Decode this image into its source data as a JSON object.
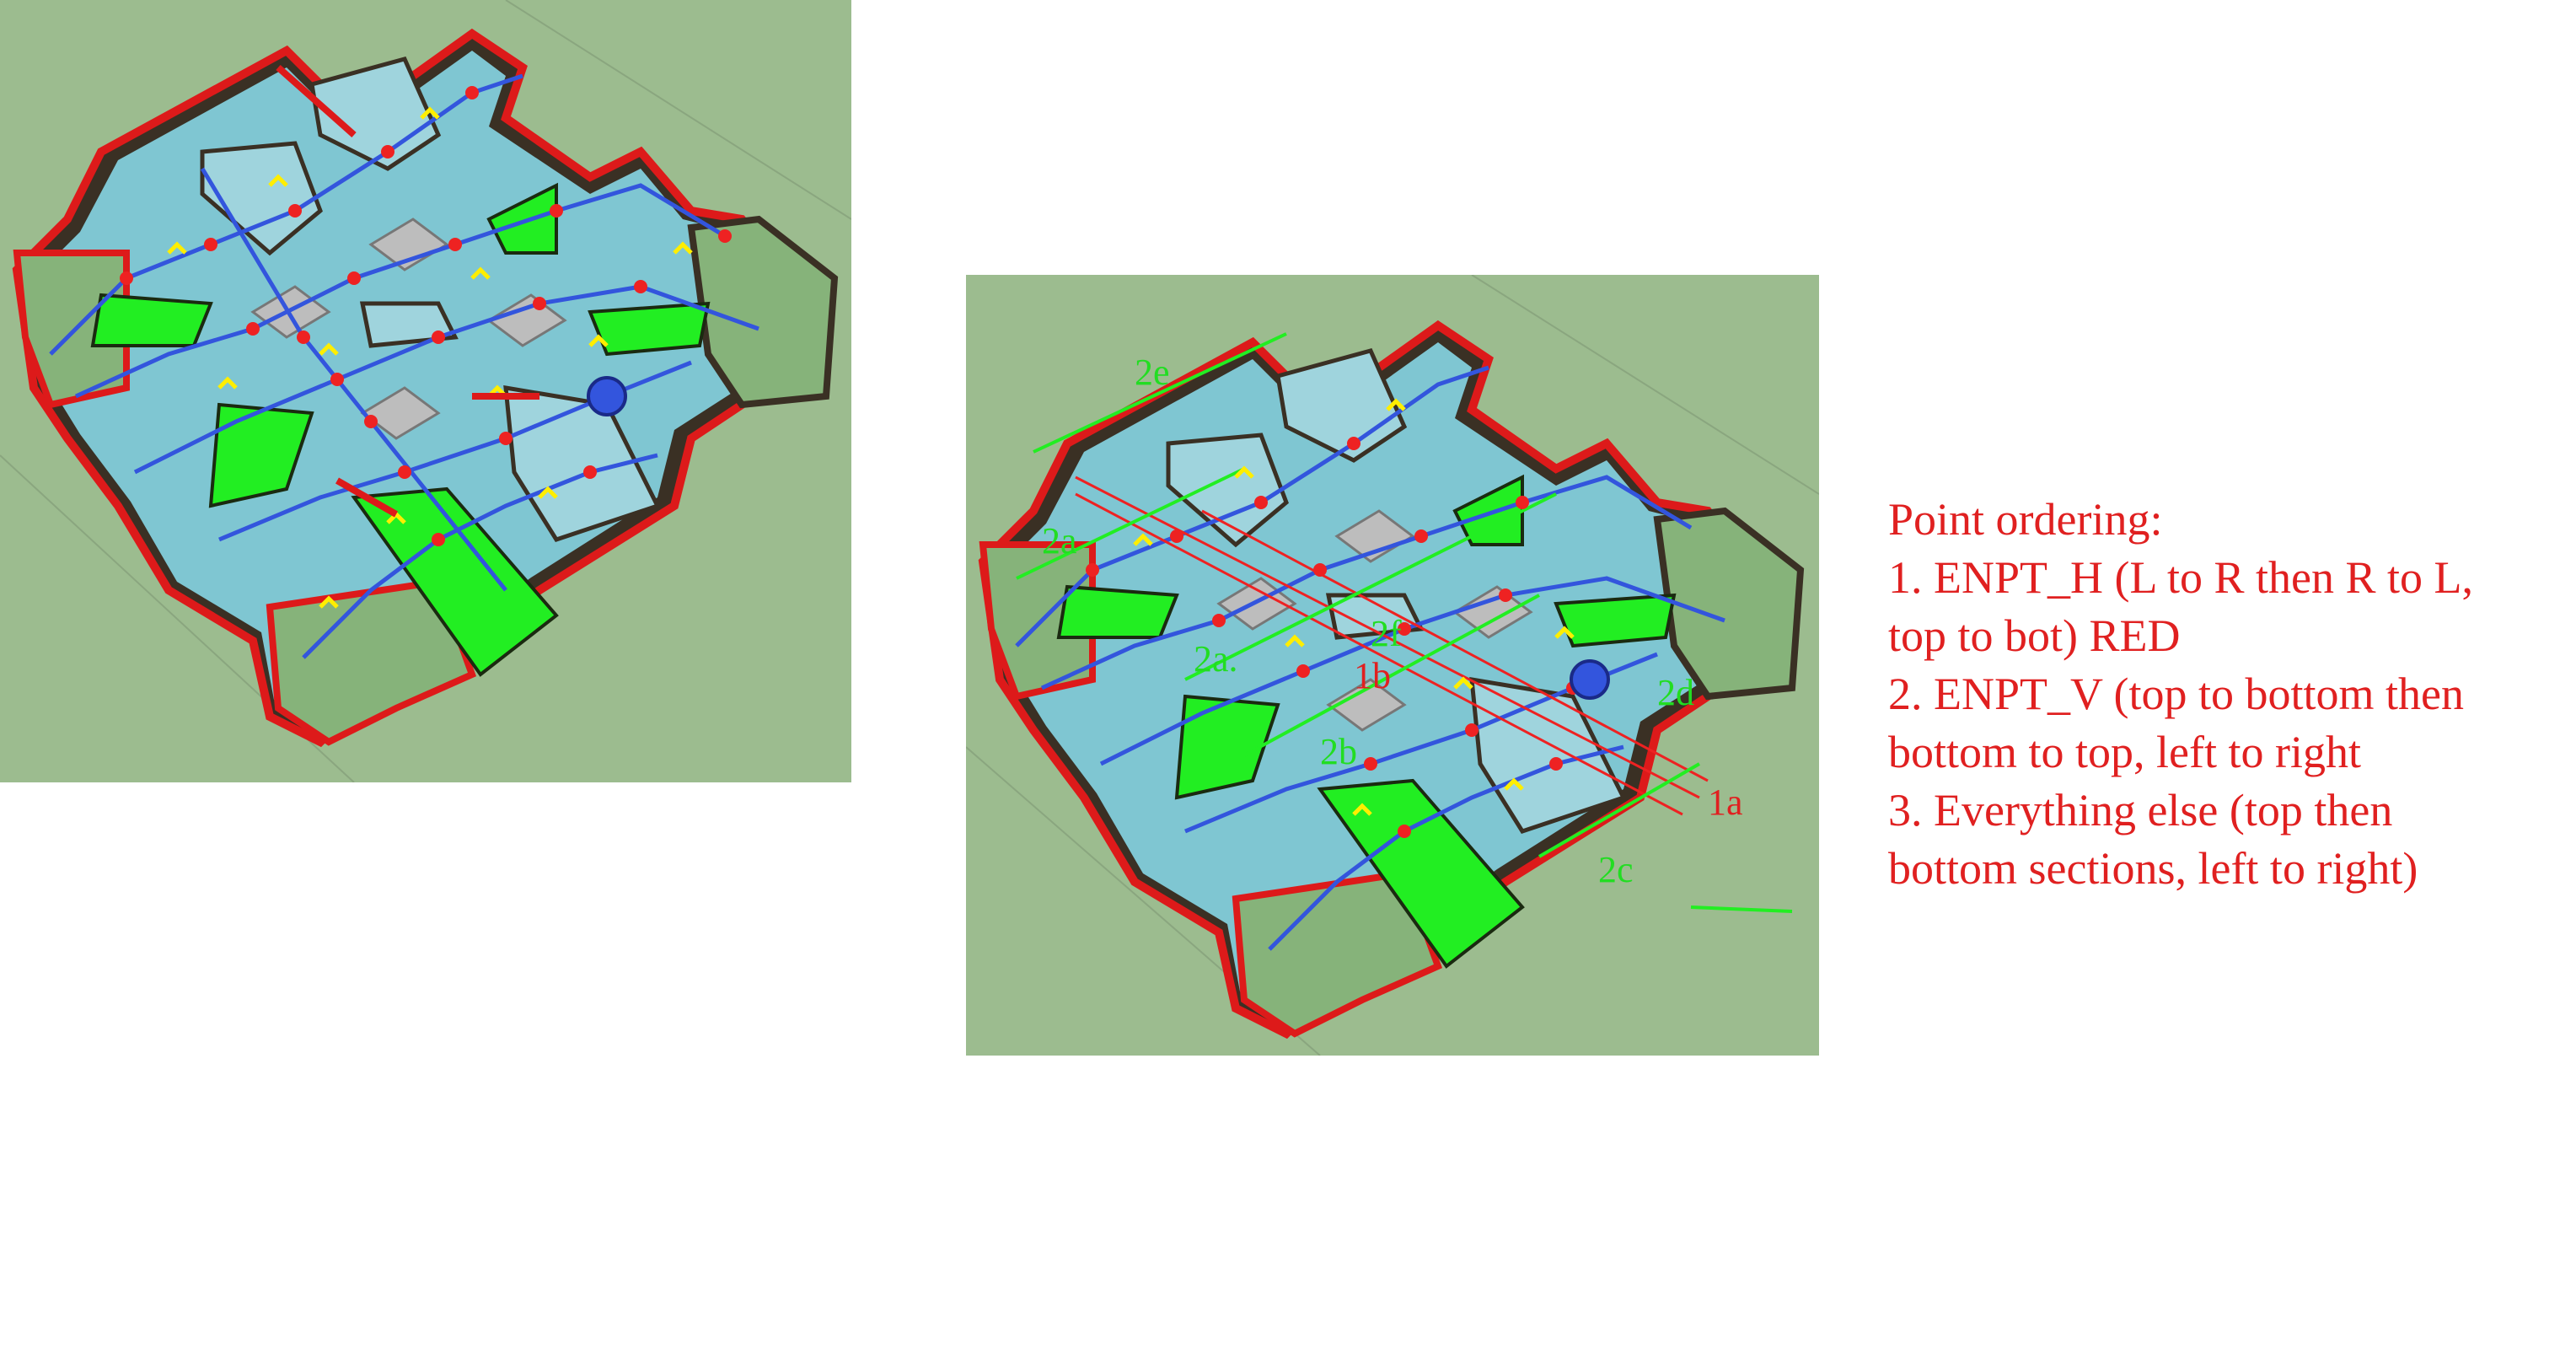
{
  "notes": {
    "heading": "Point ordering:",
    "lines": [
      "1. ENPT_H (L to R then R to L,",
      "top to bot) RED",
      "2. ENPT_V (top to bottom then",
      "bottom to top, left to right",
      "3. Everything else (top then",
      "bottom sections, left to right)"
    ]
  },
  "annotations": {
    "red": [
      "1a",
      "1b"
    ],
    "green": [
      "2a",
      "2a.",
      "2b",
      "2c",
      "2d",
      "2e",
      "2f"
    ]
  },
  "colors": {
    "background": "#9cbc8f",
    "floor": "#7fc6d2",
    "wall_red": "#dd1a1a",
    "wall_dark": "#3a3024",
    "block_green": "#22ee22",
    "path_blue": "#3355dd",
    "marker_red": "#ee2222",
    "arrow_yellow": "#ffee00",
    "square_gray": "#bdbdbd",
    "text_red": "#e02020",
    "text_green": "#22dd22"
  }
}
